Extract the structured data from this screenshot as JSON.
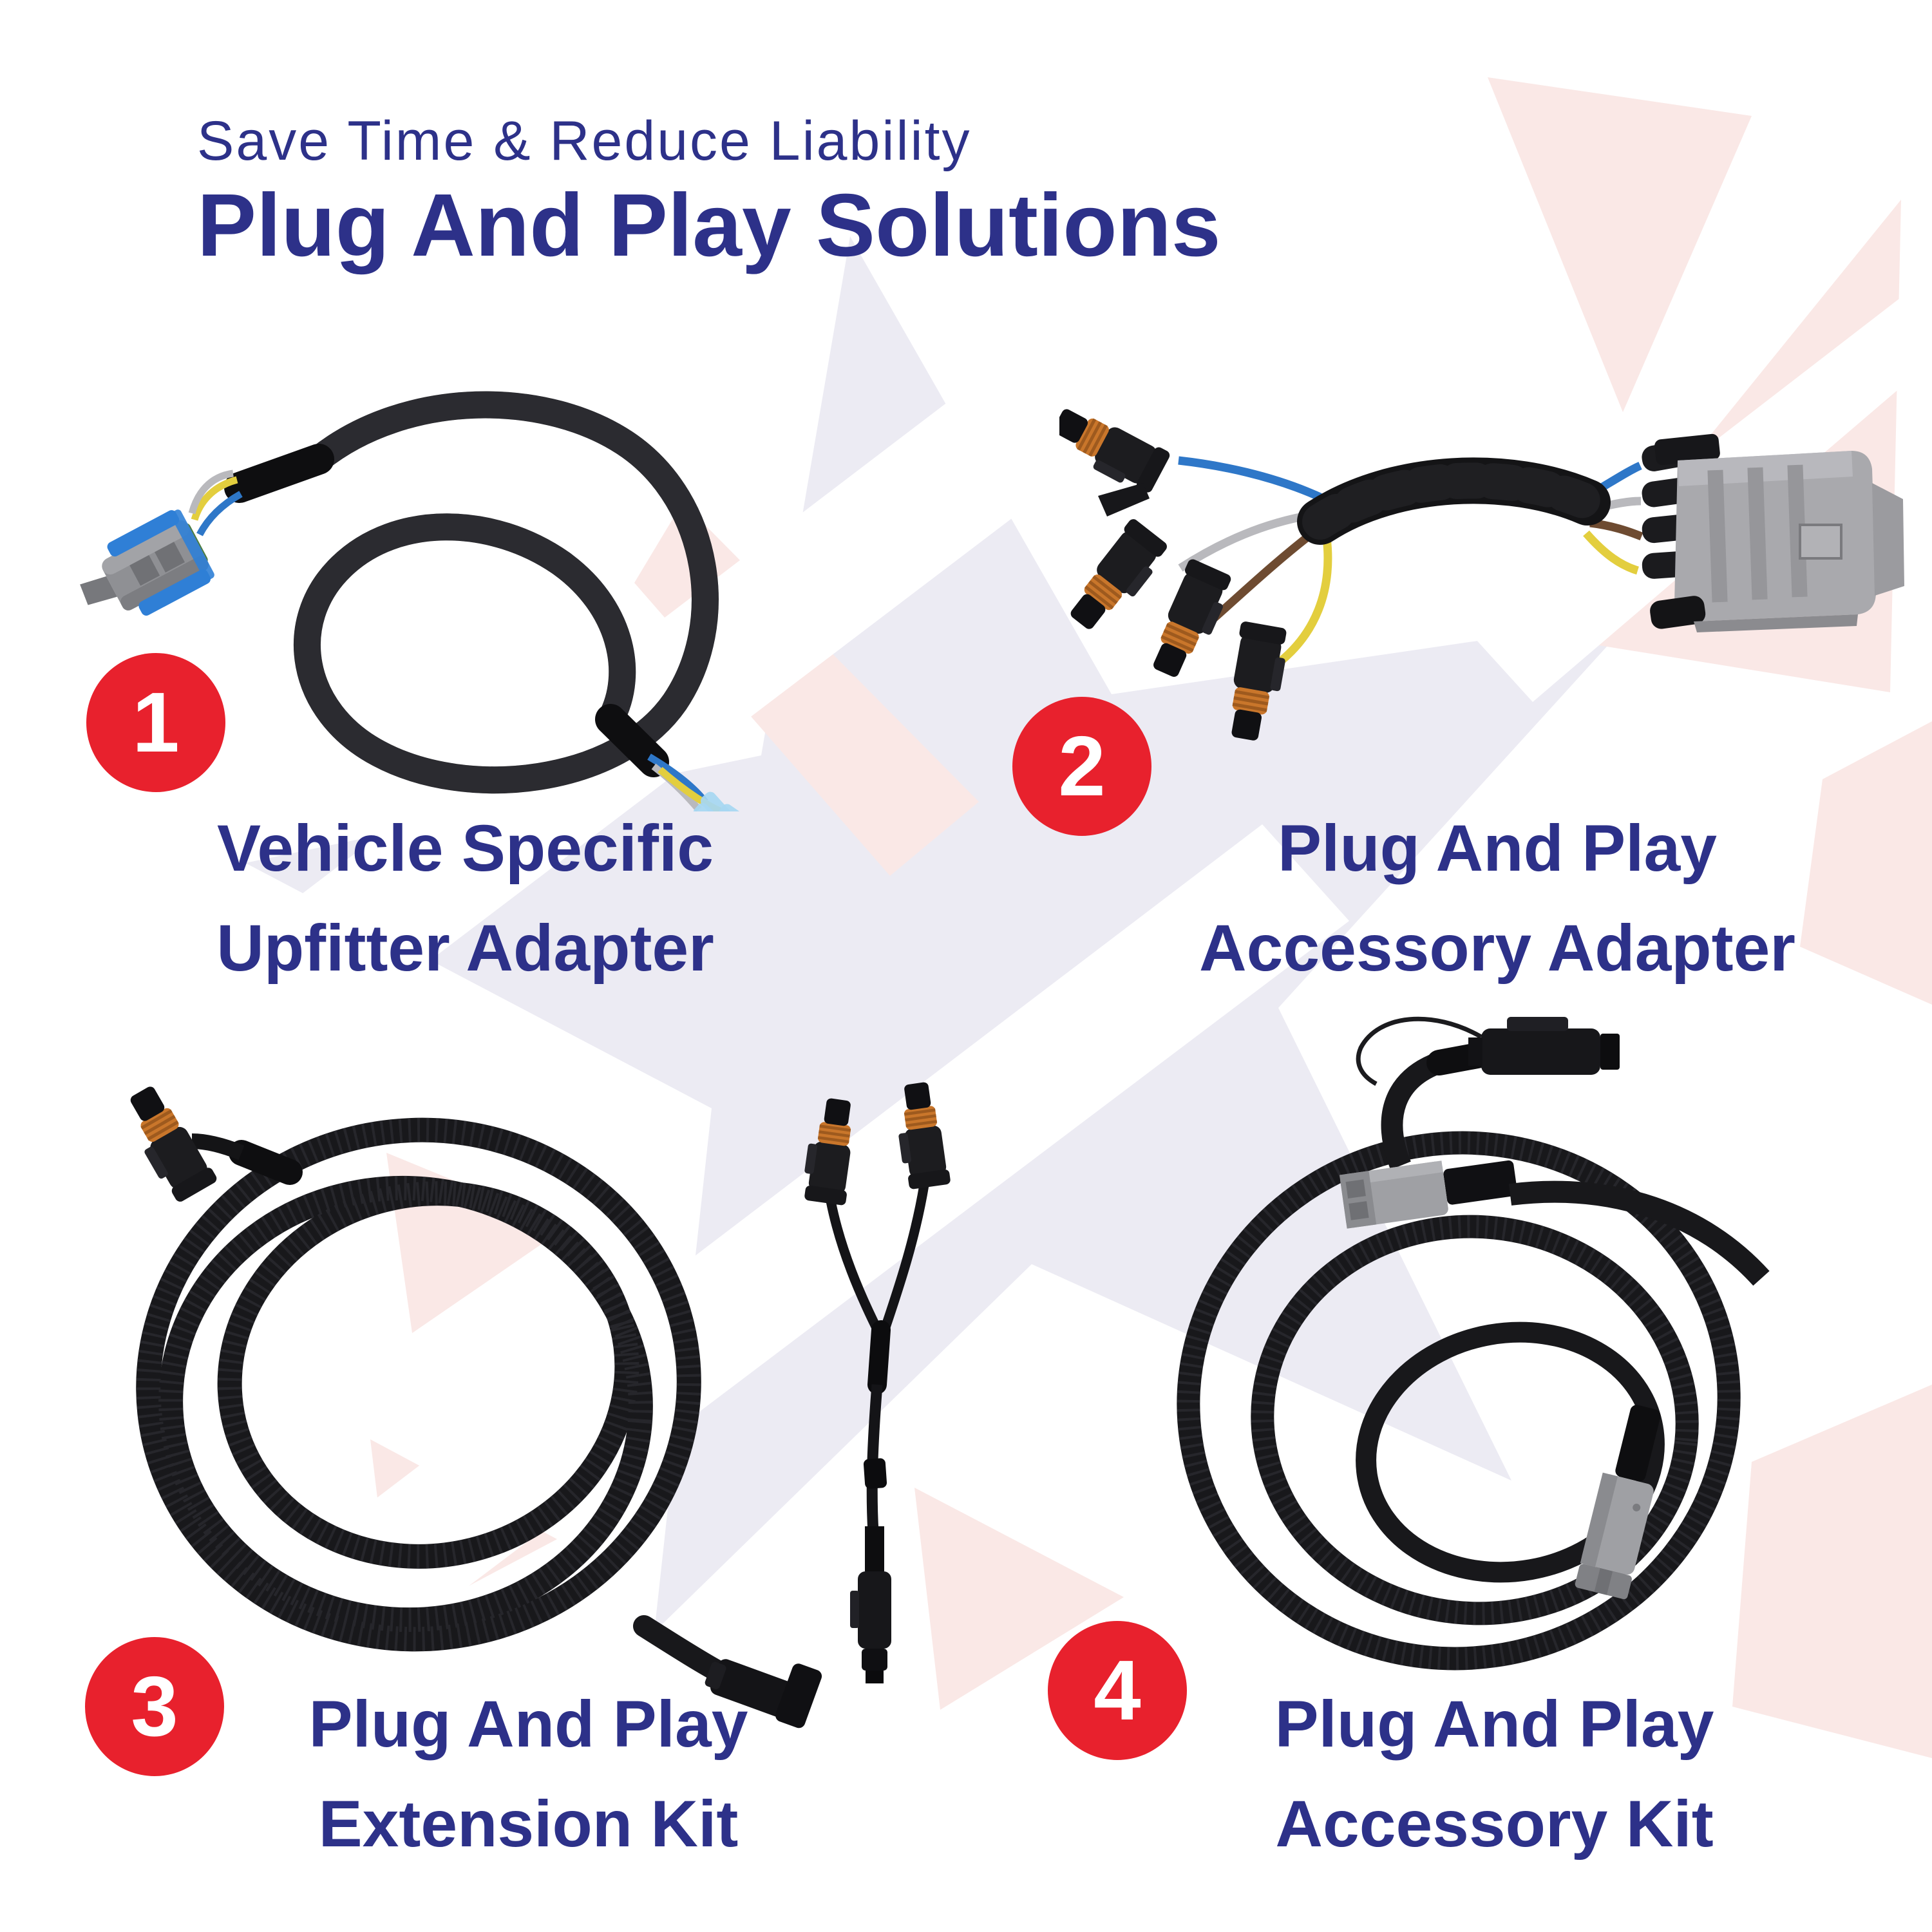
{
  "header": {
    "eyebrow": "Save Time & Reduce Liability",
    "title": "Plug And Play Solutions"
  },
  "colors": {
    "text_navy": "#2D3189",
    "badge_red": "#E8212D",
    "watermark_star": "#ECEBF3",
    "watermark_pink": "#FAE8E6",
    "cable_black": "#1A1A1D",
    "connector_gray": "#9FA0A4",
    "seal_orange": "#C9762B",
    "wire_blue": "#2E77C8",
    "wire_yellow": "#E3CE3E",
    "wire_gray": "#B9B9BD",
    "wire_brown": "#6E4B31",
    "terminal_light_blue": "#A6D7F2"
  },
  "products": [
    {
      "number": "1",
      "label_line1": "Vehicle Specific",
      "label_line2": "Upfitter Adapter",
      "image": "upfitter-adapter-harness-photo"
    },
    {
      "number": "2",
      "label_line1": "Plug And Play",
      "label_line2": "Accessory Adapter",
      "image": "accessory-adapter-harness-photo"
    },
    {
      "number": "3",
      "label_line1": "Plug And Play",
      "label_line2": "Extension Kit",
      "image": "extension-kit-coiled-cable-photo"
    },
    {
      "number": "4",
      "label_line1": "Plug And Play",
      "label_line2": "Accessory Kit",
      "image": "accessory-kit-coiled-cable-photo"
    }
  ]
}
